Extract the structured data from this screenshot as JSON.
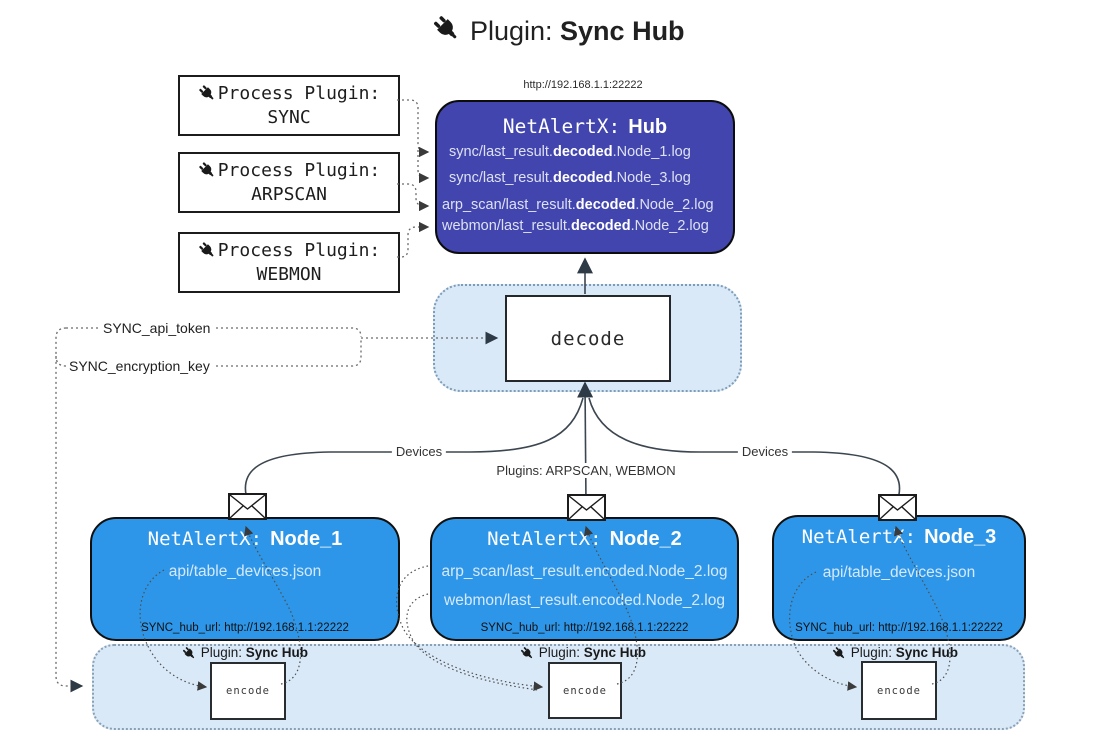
{
  "title": {
    "prefix": "Plugin:",
    "name": "Sync Hub"
  },
  "hub": {
    "url": "http://192.168.1.1:22222",
    "title_prefix": "NetAlertX:",
    "title_name": "Hub",
    "logs": [
      {
        "pre": "sync/last_result.",
        "bold": "decoded",
        "post": ".Node_1.log"
      },
      {
        "pre": "sync/last_result.",
        "bold": "decoded",
        "post": ".Node_3.log"
      },
      {
        "pre": "arp_scan/last_result.",
        "bold": "decoded",
        "post": ".Node_2.log"
      },
      {
        "pre": "webmon/last_result.",
        "bold": "decoded",
        "post": ".Node_2.log"
      }
    ]
  },
  "process_plugins": [
    {
      "label": "Process Plugin:",
      "name": "SYNC"
    },
    {
      "label": "Process Plugin:",
      "name": "ARPSCAN"
    },
    {
      "label": "Process Plugin:",
      "name": "WEBMON"
    }
  ],
  "decode": {
    "label": "decode"
  },
  "keys": {
    "api_token": "SYNC_api_token",
    "encryption_key": "SYNC_encryption_key"
  },
  "edge_labels": {
    "devices_left": "Devices",
    "devices_right": "Devices",
    "plugins_middle": "Plugins: ARPSCAN, WEBMON"
  },
  "nodes": [
    {
      "title_prefix": "NetAlertX:",
      "title_name": "Node_1",
      "lines": [
        "api/table_devices.json"
      ],
      "footer": "SYNC_hub_url: http://192.168.1.1:22222"
    },
    {
      "title_prefix": "NetAlertX:",
      "title_name": "Node_2",
      "lines": [
        "arp_scan/last_result.encoded.Node_2.log",
        "webmon/last_result.encoded.Node_2.log"
      ],
      "footer": "SYNC_hub_url: http://192.168.1.1:22222"
    },
    {
      "title_prefix": "NetAlertX:",
      "title_name": "Node_3",
      "lines": [
        "api/table_devices.json"
      ],
      "footer": "SYNC_hub_url: http://192.168.1.1:22222"
    }
  ],
  "sync_plugin_instances": [
    {
      "label": "Plugin:",
      "name": "Sync Hub",
      "box": "encode"
    },
    {
      "label": "Plugin:",
      "name": "Sync Hub",
      "box": "encode"
    },
    {
      "label": "Plugin:",
      "name": "Sync Hub",
      "box": "encode"
    }
  ],
  "colors": {
    "hub_fill": "#4245ad",
    "node_fill": "#2e96e8",
    "container_fill": "#d9e9f8"
  }
}
